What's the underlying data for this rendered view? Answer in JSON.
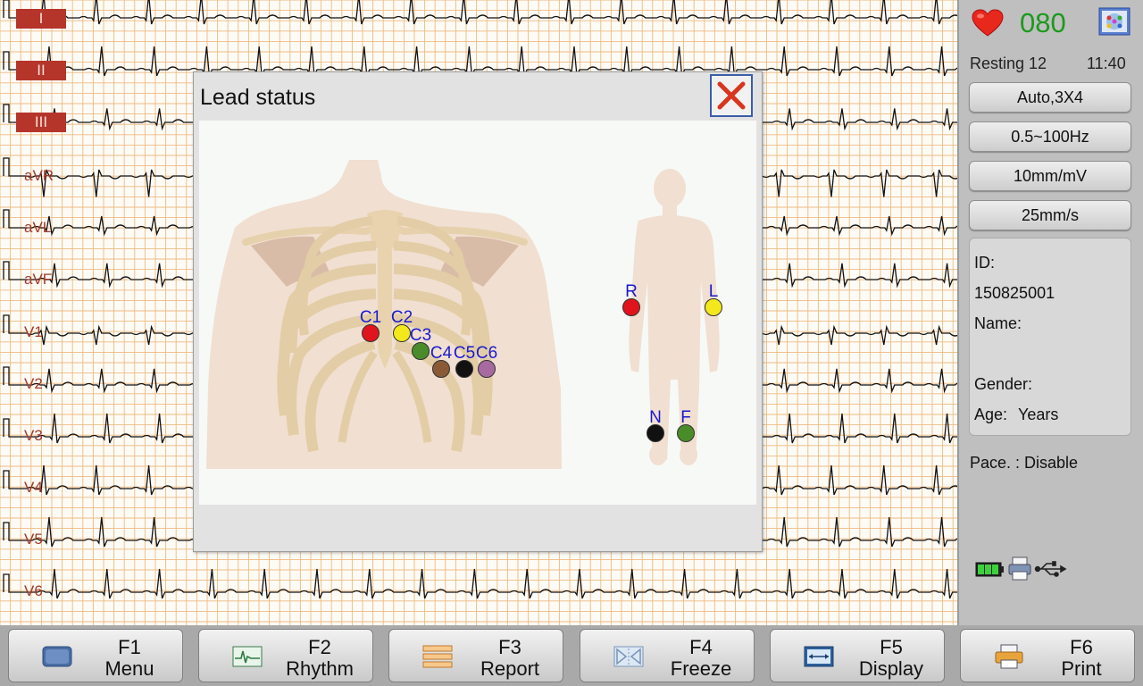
{
  "ecg": {
    "leads": [
      "I",
      "II",
      "III",
      "aVR",
      "aVL",
      "aVF",
      "V1",
      "V2",
      "V3",
      "V4",
      "V5",
      "V6"
    ],
    "grid_color": "#e9a65a",
    "trace_color": "#111111",
    "label_color": "#a23a2c",
    "label_box_color": "#b5352b"
  },
  "status": {
    "heart_rate": "080",
    "heart_icon": "heart-icon",
    "network_icon": "network-icon",
    "mode": "Resting 12",
    "time": "11:40"
  },
  "settings": {
    "layout": "Auto,3X4",
    "filter": "0.5~100Hz",
    "gain": "10mm/mV",
    "speed": "25mm/s"
  },
  "patient": {
    "id_label": "ID:",
    "id_value": "150825001",
    "name_label": "Name:",
    "name_value": "",
    "gender_label": "Gender:",
    "age_label": "Age:",
    "age_unit": "Years"
  },
  "pace": "Pace. : Disable",
  "system_icons": [
    "battery-icon",
    "printer-icon",
    "usb-icon"
  ],
  "function_keys": [
    {
      "key": "F1",
      "label": "Menu",
      "icon": "menu-icon"
    },
    {
      "key": "F2",
      "label": "Rhythm",
      "icon": "rhythm-icon"
    },
    {
      "key": "F3",
      "label": "Report",
      "icon": "report-icon"
    },
    {
      "key": "F4",
      "label": "Freeze",
      "icon": "freeze-icon"
    },
    {
      "key": "F5",
      "label": "Display",
      "icon": "display-icon"
    },
    {
      "key": "F6",
      "label": "Print",
      "icon": "print-icon"
    }
  ],
  "dialog": {
    "title": "Lead status",
    "chest_electrodes": [
      {
        "label": "C1",
        "color": "#e0141c"
      },
      {
        "label": "C2",
        "color": "#f2e81c"
      },
      {
        "label": "C3",
        "color": "#4a8c2a"
      },
      {
        "label": "C4",
        "color": "#8a5a36"
      },
      {
        "label": "C5",
        "color": "#111111"
      },
      {
        "label": "C6",
        "color": "#a66aa0"
      }
    ],
    "limb_electrodes": [
      {
        "label": "R",
        "color": "#e0141c"
      },
      {
        "label": "L",
        "color": "#f2e81c"
      },
      {
        "label": "N",
        "color": "#111111"
      },
      {
        "label": "F",
        "color": "#4a8c2a"
      }
    ],
    "electrode_label_color": "#1a1acc"
  }
}
